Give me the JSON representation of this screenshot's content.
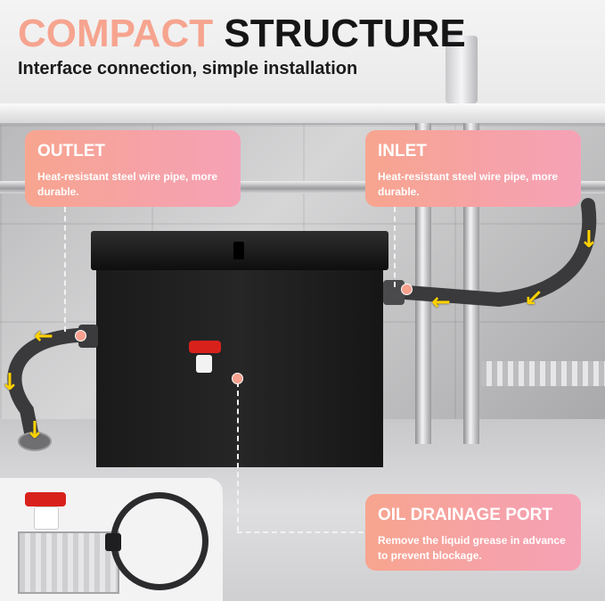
{
  "header": {
    "title_highlight": "COMPACT",
    "title_main": "STRUCTURE",
    "subtitle": "Interface connection, simple installation"
  },
  "callouts": {
    "outlet": {
      "title": "OUTLET",
      "description": "Heat-resistant steel wire pipe, more durable."
    },
    "inlet": {
      "title": "INLET",
      "description": "Heat-resistant steel wire pipe, more durable."
    },
    "oil_drainage": {
      "title": "OIL DRAINAGE PORT",
      "description": "Remove the liquid grease in advance to prevent blockage."
    }
  },
  "colors": {
    "accent_title": "#f6a48f",
    "callout_gradient_start": "#f7a58f",
    "callout_gradient_end": "#f6a2b6",
    "arrow": "#ffd100",
    "tank": "#1a1a1a",
    "valve": "#d9211c"
  },
  "icons": {
    "flow_arrow": "yellow-arrow-icon",
    "marker": "pink-dot-icon"
  }
}
